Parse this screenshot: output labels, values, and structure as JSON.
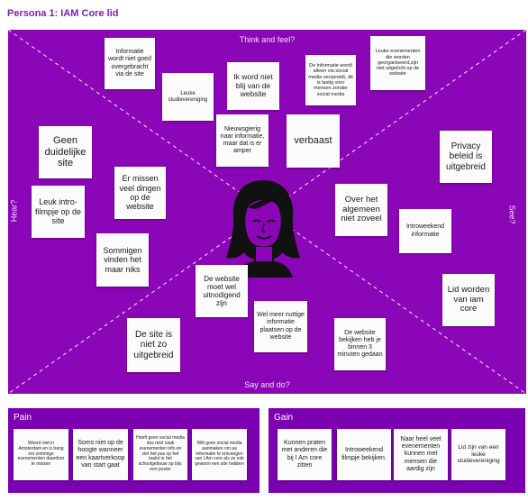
{
  "title": "Persona 1: IAM Core lid",
  "quadrants": {
    "top": "Think and feel?",
    "bottom": "Say and do?",
    "left": "Hear?",
    "right": "See?"
  },
  "board_notes": [
    "Informatie wordt niet goed overgebracht via de site",
    "Leuke studievereniging",
    "Ik word niet blij van de website",
    "Nieuwsgierig naar informatie, maar dat is er amper",
    "verbaast",
    "De informatie wordt alleen via social media verspreidt, dit is lastig voor mensen zonder social media",
    "Leuke evenementen die worden georganiseerd,zijn niet uitgelicht op de website",
    "Geen duidelijke site",
    "Er missen veel dingen op de website",
    "Leuk intro-filmpje op de site",
    "Sommigen vinden het maar niks",
    "Privacy beleid is uitgebreid",
    "Over het algemeen niet zoveel",
    "Introweekend informatie",
    "Lid worden van iam core",
    "De website moet wel uitnodigend zijn",
    "Wel meer nuttige informatie plaatsen op de website",
    "De site is niet zo uitgebreid",
    "De website bekijken heb je binnen 3 minuten gedaan"
  ],
  "pain": {
    "label": "Pain",
    "notes": [
      "Woont niet in Amsterdam en is bang om sommige evenementen daardoor te missen",
      "Soms niet op de hoogte wanneer een kaartverkoop van start gaat",
      "Heeft geen social media dus mist vaak evenementen info en ziet het pas op het laatst in het schoolgebouw op bijv. een poster",
      "Wilt geen social media aanmaken om aa informatie te ontvangen van I Am core als ze ook gewoon een site hebben"
    ]
  },
  "gain": {
    "label": "Gain",
    "notes": [
      "Kunnen praten met anderen die bij I Am core zitten",
      "Introweekend filmpje bekijken.",
      "Naar heel veel evenementen kunnen met mensen die aardig zijn",
      "Lid zijn van een leuke studievereniging"
    ]
  },
  "colors": {
    "title": "#7a1fb8",
    "board": "#8b06b6",
    "panel": "#7a00b0",
    "note": "#fbfbfb"
  },
  "icons": [
    "woman-face-icon"
  ]
}
